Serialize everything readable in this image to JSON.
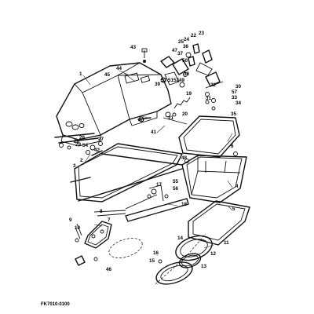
{
  "caption": "FK7010-0100",
  "callouts": {
    "c1": "1",
    "c2": "2",
    "c3": "3",
    "c4": "4",
    "c5": "5",
    "c6": "6",
    "c7": "7",
    "c8": "8",
    "c9": "9",
    "c10": "10",
    "c11": "11",
    "c12": "12",
    "c13": "13",
    "c14": "14",
    "c15": "15",
    "c16": "16",
    "c17": "17",
    "c18": "18",
    "c19": "19",
    "c20": "20",
    "c21": "21",
    "c22": "22",
    "c23": "23",
    "c24": "24",
    "c25": "25",
    "c26": "26",
    "c27": "27",
    "c28": "28",
    "c29": "29",
    "c30": "30",
    "c31": "31",
    "c32": "32",
    "c33": "33",
    "c34": "34",
    "c35": "35",
    "c36": "36",
    "c37": "37",
    "c38": "38",
    "c39": "39",
    "c40": "40",
    "c41": "41",
    "c42": "42",
    "c43": "43",
    "c44": "44",
    "c45": "45",
    "c46": "46",
    "c47": "47",
    "c48": "48",
    "c49": "49",
    "c50": "50",
    "c51": "51",
    "c52": "52",
    "c53": "53",
    "c54": "54",
    "c55": "55",
    "c56": "56",
    "c57": "57"
  }
}
